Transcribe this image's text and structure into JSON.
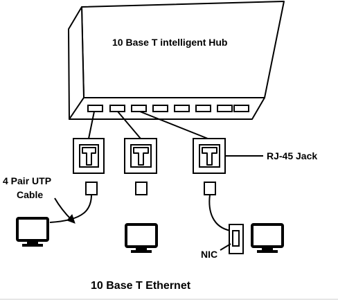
{
  "hub": {
    "title": "10 Base T intelligent Hub",
    "port_count": 8
  },
  "labels": {
    "rj45_jack": "RJ-45 Jack",
    "utp_cable_line1": "4 Pair UTP",
    "utp_cable_line2": "Cable",
    "nic": "NIC",
    "caption": "10 Base T Ethernet"
  },
  "jacks": [
    {
      "symbol": "T"
    },
    {
      "symbol": "T"
    },
    {
      "symbol": "T"
    }
  ],
  "computers": [
    {
      "kind": "monitor"
    },
    {
      "kind": "monitor"
    },
    {
      "kind": "monitor"
    }
  ],
  "colors": {
    "stroke": "#000000",
    "background": "#ffffff"
  }
}
